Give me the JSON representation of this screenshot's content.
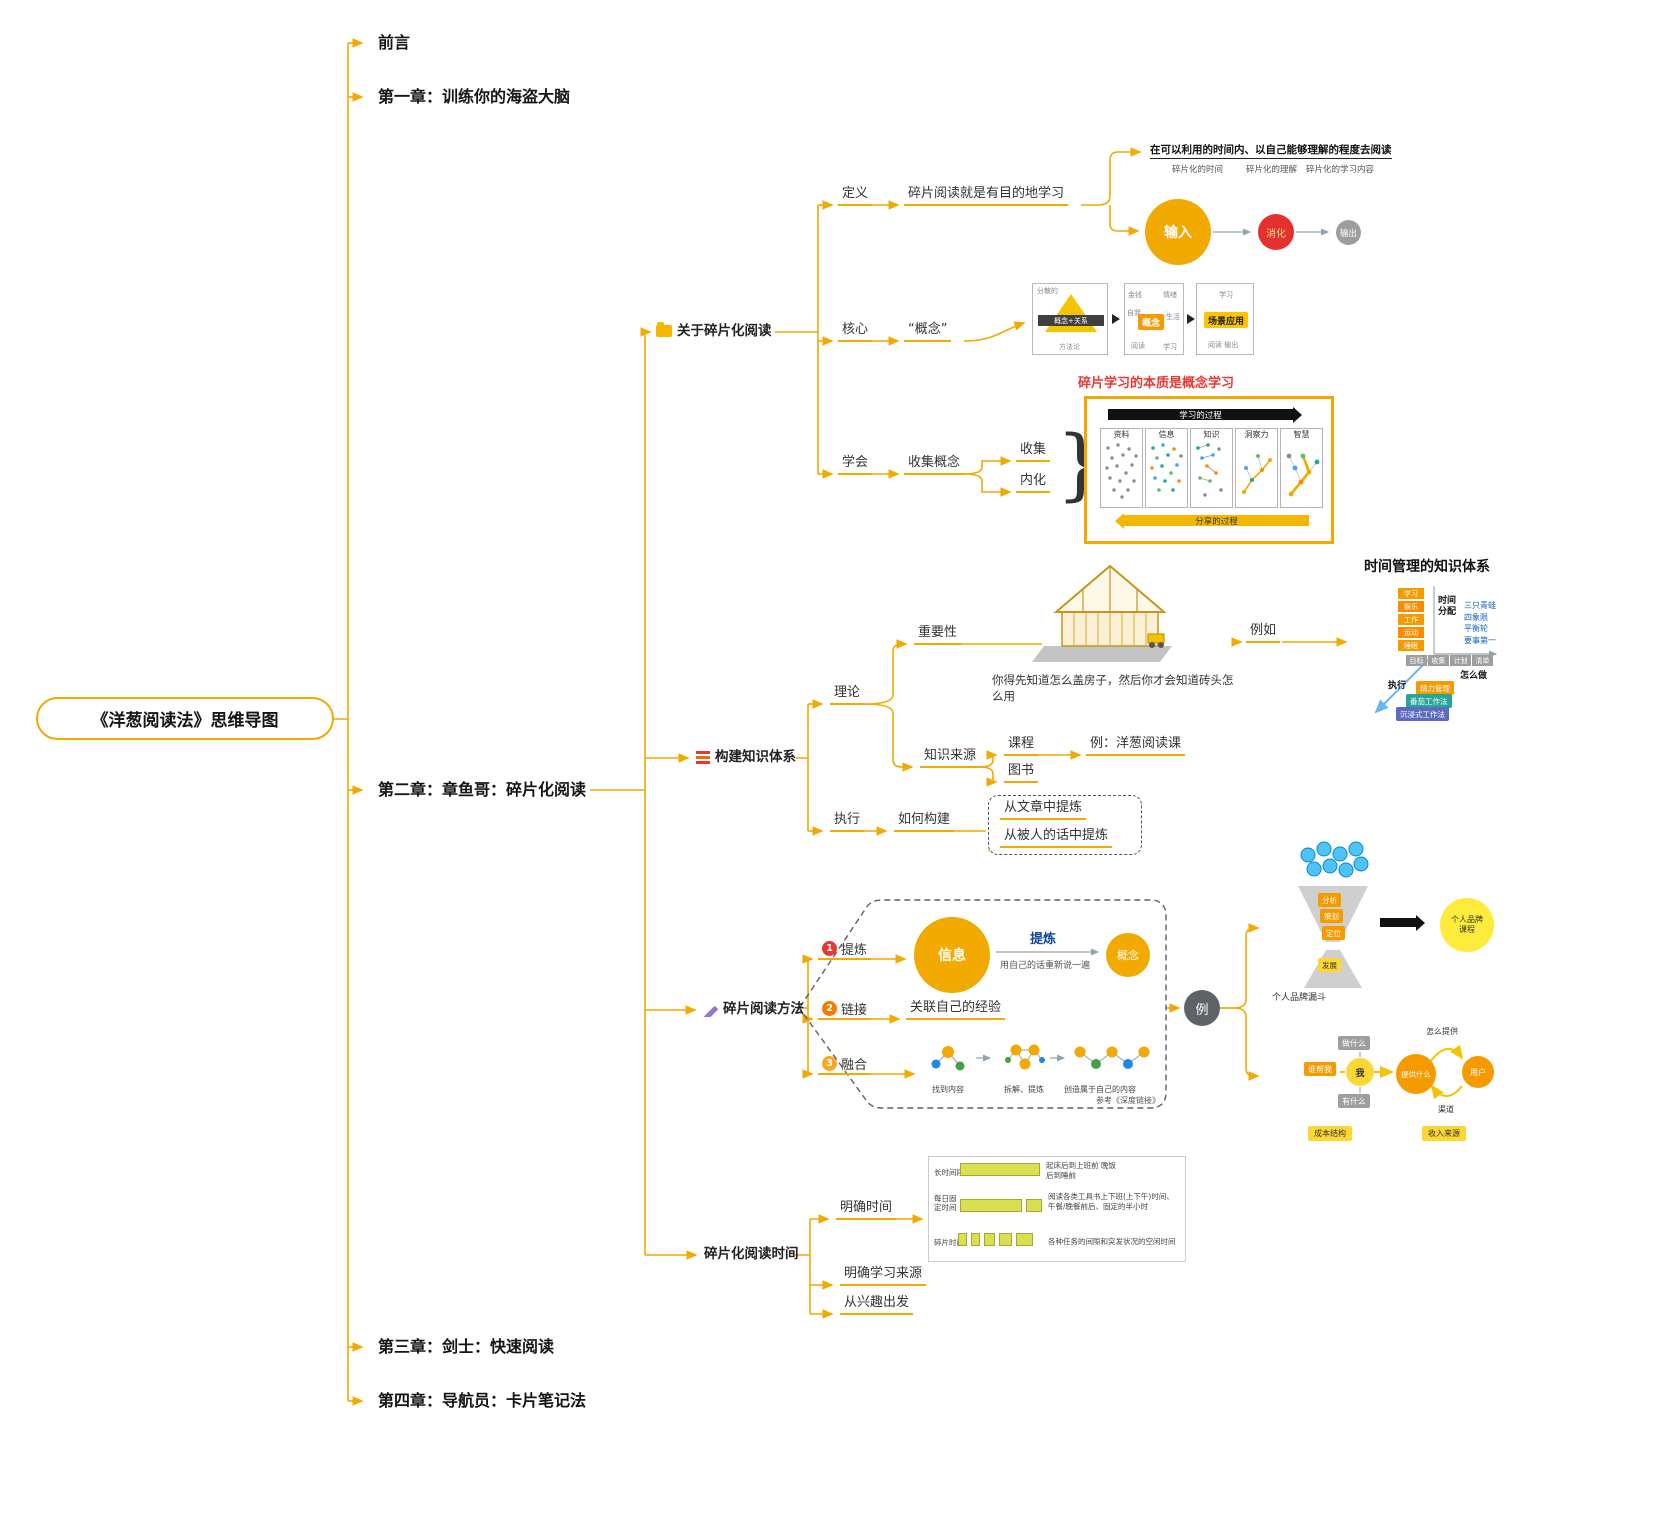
{
  "root": {
    "label": "《洋葱阅读法》思维导图"
  },
  "chapters": {
    "preface": "前言",
    "ch1": "第一章：训练你的海盗大脑",
    "ch2": "第二章：章鱼哥：碎片化阅读",
    "ch3": "第三章：剑士：快速阅读",
    "ch4": "第四章：导航员：卡片笔记法"
  },
  "about": {
    "label": "关于碎片化阅读",
    "definition": "定义",
    "definition_text": "碎片阅读就是有目的地学习",
    "def_diagram": {
      "title": "在可以利用的时间内、以自己能够理解的程度去阅读",
      "subs": [
        "碎片化的时间",
        "碎片化的理解",
        "碎片化的学习内容"
      ],
      "input": "输入",
      "digest": "消化",
      "output": "输出"
    },
    "core": "核心",
    "core_text": "“概念”",
    "concept_diagram": {
      "pyramid_top": "分散的",
      "pyramid_label": "概念+关系",
      "pyramid_bottom": "方法论",
      "words": [
        "金钱",
        "情绪",
        "自我",
        "生活",
        "阅读",
        "学习"
      ],
      "concept": "概念",
      "scene_top": "学习",
      "scene": "场景应用",
      "scene_bottom": "阅读 输出",
      "red_note": "碎片学习的本质是概念学习"
    },
    "learn": "学会",
    "learn_text": "收集概念",
    "collect": "收集",
    "internalize": "内化",
    "brace": "}",
    "process": {
      "top_arrow": "学习的过程",
      "stages": [
        "资料",
        "信息",
        "知识",
        "洞察力",
        "智慧"
      ],
      "bottom_arrow": "分享的过程"
    }
  },
  "build": {
    "label": "构建知识体系",
    "theory": "理论",
    "importance": "重要性",
    "house_caption": "你得先知道怎么盖房子，然后你才会知道砖头怎么用",
    "for_example": "例如",
    "time_system": {
      "title": "时间管理的知识体系",
      "axis_y": "时间分配",
      "axis_x": "怎么做",
      "axis_z": "执行",
      "stack": [
        "学习",
        "娱乐",
        "工作",
        "运动",
        "睡眠"
      ],
      "methods_right": [
        "三只青蛙",
        "四象限",
        "平衡轮",
        "要事第一"
      ],
      "gtd": [
        "目标",
        "收集",
        "计划",
        "清单"
      ],
      "how_methods": [
        "精力管理",
        "番茄工作法",
        "沉浸式工作法"
      ]
    },
    "source": "知识来源",
    "course": "课程",
    "course_example": "例：洋葱阅读课",
    "book": "图书",
    "execute": "执行",
    "how_to_build": "如何构建",
    "how_items": [
      "从文章中提炼",
      "从被人的话中提炼"
    ]
  },
  "method": {
    "label": "碎片阅读方法",
    "steps": [
      {
        "num": "1",
        "label": "提炼"
      },
      {
        "num": "2",
        "label": "链接"
      },
      {
        "num": "3",
        "label": "融合"
      }
    ],
    "extract": {
      "info": "信息",
      "title": "提炼",
      "note": "用自己的话重新说一遍",
      "concept": "概念"
    },
    "link_text": "关联自己的经验",
    "merge": {
      "labels": [
        "找到内容",
        "拆解、提炼",
        "创造属于自己的内容"
      ],
      "ref": "参考《深度链接》"
    },
    "example_label": "例",
    "funnel": {
      "bands": [
        "分析",
        "策划",
        "定位",
        "发展"
      ],
      "result": "个人品牌课程",
      "caption": "个人品牌漏斗"
    },
    "canvas": {
      "helper": "谁帮我",
      "me": "我",
      "do": "做什么",
      "have": "有什么",
      "provide": "提供什么",
      "user": "用户",
      "how": "怎么提供",
      "channel": "渠道",
      "cost": "成本结构",
      "income": "收入来源"
    }
  },
  "time": {
    "label": "碎片化阅读时间",
    "clear_time": "明确时间",
    "rows": [
      {
        "label": "长时间段",
        "note": "起床后到上班前 晚饭后到睡前"
      },
      {
        "label": "每日固定时间",
        "note": "阅读各类工具书上下班(上下午)时间、午餐/晚餐前后、固定的半小时"
      },
      {
        "label": "碎片时间",
        "note": "各种任务的间隙和突发状况的空闲时间"
      }
    ],
    "clear_source": "明确学习来源",
    "interest": "从兴趣出发"
  }
}
